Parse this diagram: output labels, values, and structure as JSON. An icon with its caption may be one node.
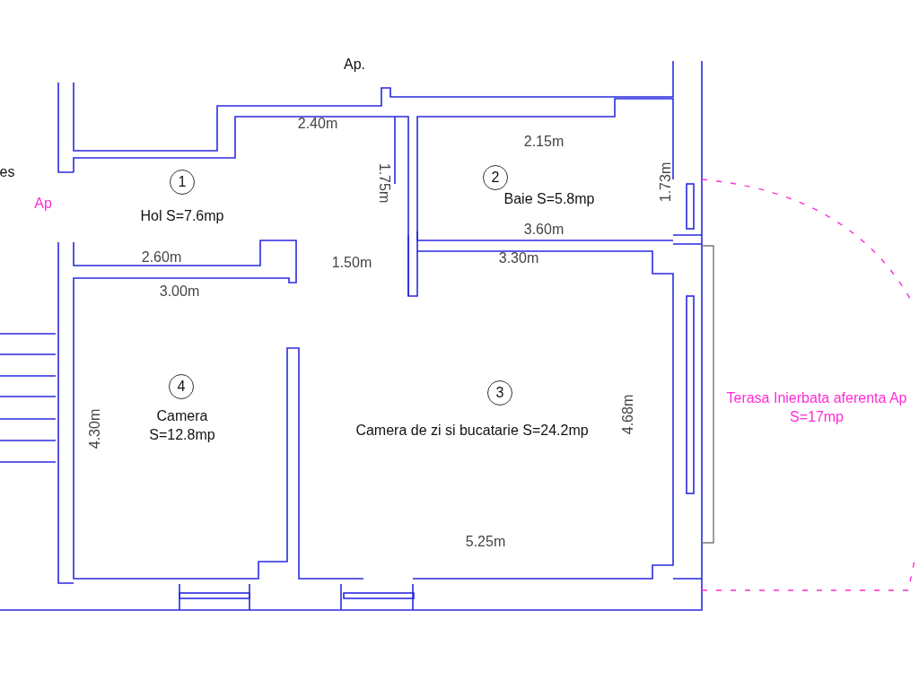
{
  "diagram": {
    "nodes": [
      {
        "text": [
          "1",
          "Hol S=7.6mp"
        ]
      },
      {
        "text": [
          "2",
          "Baie S=5.8mp"
        ]
      },
      {
        "text": [
          "3",
          "Camera de zi si bucatarie S=24.2mp"
        ]
      },
      {
        "text": [
          "4",
          "Camera S=12.8mp"
        ]
      },
      {
        "text": [
          "Terasa Inierbata aferenta Ap S=17mp"
        ]
      }
    ],
    "labels": [
      "Ap.",
      "2.40m",
      "2.15m",
      "es",
      "1.75m",
      "1.73m",
      "Ap",
      "3.60m",
      "2.60m",
      "1.50m",
      "3.30m",
      "3.00m",
      "4.30m",
      "4.68m",
      "5.25m"
    ]
  }
}
